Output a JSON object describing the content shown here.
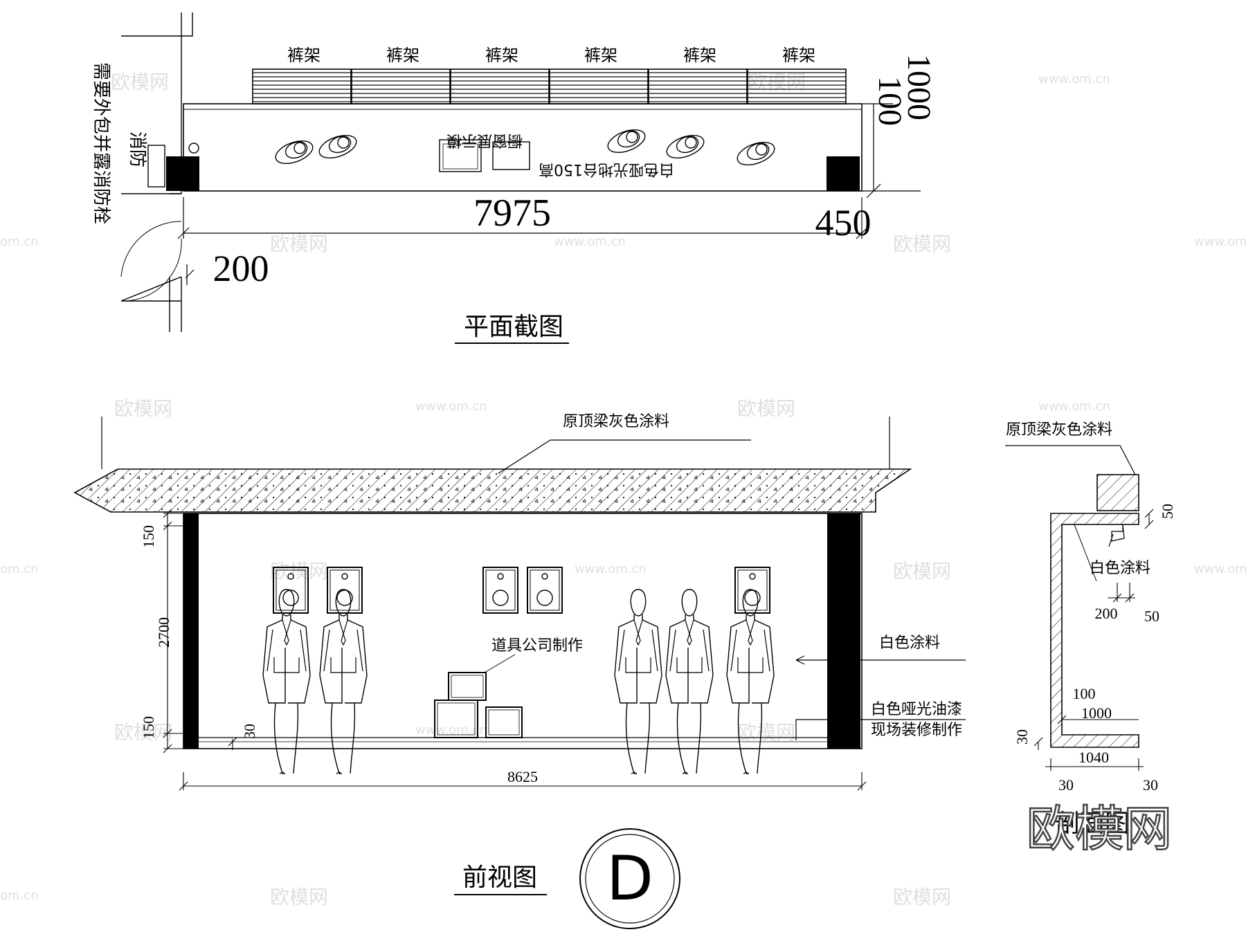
{
  "plan": {
    "title": "平面截图",
    "rack_labels": [
      "裤架",
      "裤架",
      "裤架",
      "裤架",
      "裤架",
      "裤架"
    ],
    "fire_note_1": "消防",
    "fire_note_2": "需要外包并露消防栓",
    "prop_note": "橱窗展示模",
    "platform_note": "白色哑光地台150高",
    "dim_length": "7975",
    "dim_right": "450",
    "dim_left": "200",
    "dim_depth_outer": "1000",
    "dim_depth_inner": "100"
  },
  "front": {
    "title": "前视图",
    "ceiling_note": "原顶梁灰色涂料",
    "props_note": "道具公司制作",
    "wall_note": "白色涂料",
    "paint_note_1": "白色哑光油漆",
    "paint_note_2": "现场装修制作",
    "dim_width": "8625",
    "dim_top": "150",
    "dim_height": "2700",
    "dim_bottom": "150",
    "dim_platform": "30",
    "view_marker": "D"
  },
  "section": {
    "title": "剖面图",
    "ceiling_note": "原顶梁灰色涂料",
    "wall_note": "白色涂料",
    "dim_50_top": "50",
    "dim_200": "200",
    "dim_50": "50",
    "dim_100": "100",
    "dim_1000": "1000",
    "dim_30_side": "30",
    "dim_1040": "1040",
    "dim_30_left": "30",
    "dim_30_right": "30"
  },
  "watermark": {
    "brand": "欧模网",
    "url": "www.om.cn",
    "url_short": "om.cn"
  }
}
